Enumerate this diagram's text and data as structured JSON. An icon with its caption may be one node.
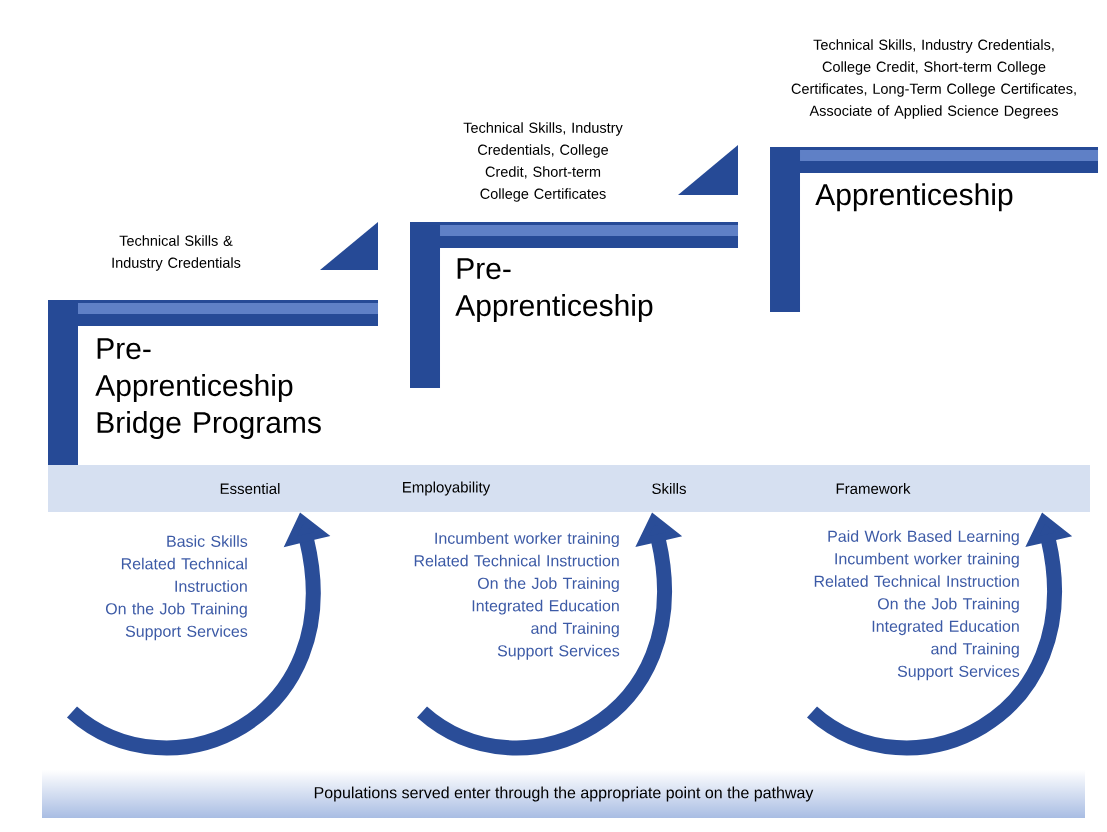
{
  "diagram": {
    "nodes": [
      {
        "text": [
          "Pre- Apprenticeship Bridge Programs"
        ]
      },
      {
        "text": [
          "Pre- Apprenticeship"
        ]
      },
      {
        "text": [
          "Apprenticeship"
        ]
      },
      {
        "text": [
          "Essential",
          "Employability",
          "Skills",
          "Framework"
        ]
      },
      {
        "text": [
          "Populations served enter through the appropriate point on the pathway"
        ]
      }
    ],
    "edges": [
      {
        "from": null,
        "to": 3,
        "arrow": "to"
      },
      {
        "from": null,
        "to": 3,
        "arrow": "to"
      },
      {
        "from": null,
        "to": 3,
        "arrow": "to"
      }
    ],
    "labels": [
      "Technical Skills, Industry Credentials, College Credit, Short-term College Certificates, Long-Term College Certificates, Associate of Applied Science Degrees",
      "Technical Skills, Industry Credentials, College Credit, Short-term College Certificates",
      "Technical Skills & Industry Credentials",
      "Basic Skills",
      "Related Technical Instruction",
      "On the Job Training",
      "Support Services",
      "Incumbent worker training",
      "Related Technical Instruction",
      "On the Job Training",
      "Integrated Education and Training",
      "Support Services",
      "Paid Work Based Learning",
      "Incumbent worker training",
      "Related Technical Instruction",
      "On the Job Training",
      "Integrated Education and Training",
      "Support Services"
    ]
  }
}
